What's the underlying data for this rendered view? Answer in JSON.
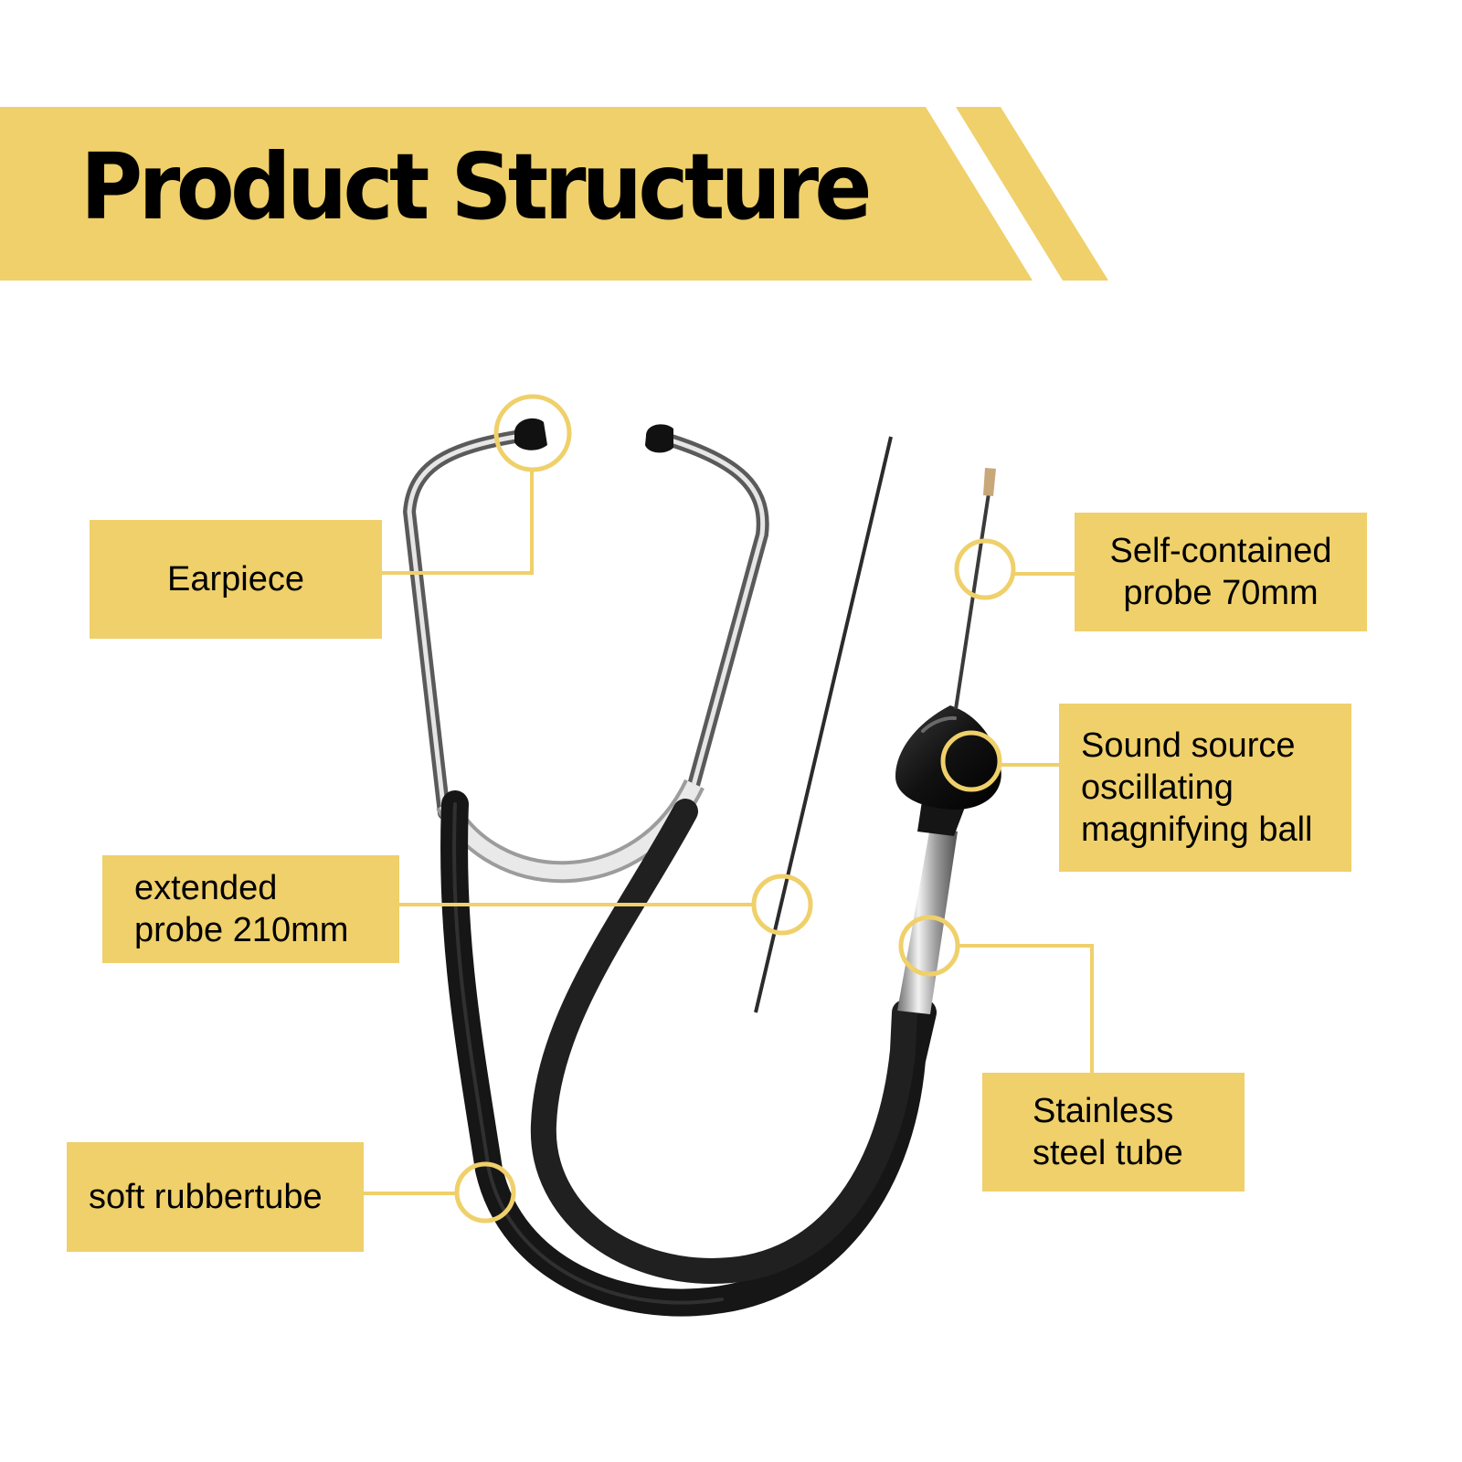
{
  "title": "Product Structure",
  "colors": {
    "accent": "#EFD06A",
    "tube": "#151515",
    "steel": "#b8b8b8",
    "text": "#000000"
  },
  "labels": {
    "earpiece": "Earpiece",
    "self_contained_probe": "Self-contained\nprobe 70mm",
    "sound_source": "Sound source\noscillating\nmagnifying ball",
    "extended_probe": "extended\nprobe 210mm",
    "stainless_tube": "Stainless\nsteel tube",
    "rubber_tube": "soft rubbertube"
  }
}
